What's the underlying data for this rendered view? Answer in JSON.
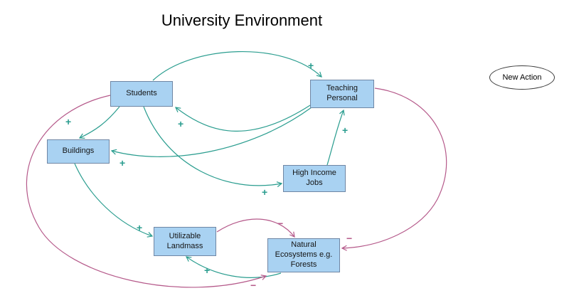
{
  "title": "University Environment",
  "action_button": {
    "label": "New Action"
  },
  "colors": {
    "node_fill": "#a9d2f2",
    "node_border": "#6f86a4",
    "positive_link": "#2a9d8f",
    "negative_link": "#b5598a",
    "background": "#ffffff"
  },
  "nodes": [
    {
      "id": "students",
      "label": "Students"
    },
    {
      "id": "teaching-personal",
      "label": "Teaching Personal"
    },
    {
      "id": "buildings",
      "label": "Buildings"
    },
    {
      "id": "high-income-jobs",
      "label": "High Income Jobs"
    },
    {
      "id": "utilizable-landmass",
      "label": "Utilizable Landmass"
    },
    {
      "id": "natural-ecosystems",
      "label": "Natural Ecosystems e.g. Forests"
    }
  ],
  "edges": [
    {
      "from": "Students",
      "to": "Teaching Personal",
      "sign": "+"
    },
    {
      "from": "Teaching Personal",
      "to": "Students",
      "sign": "+"
    },
    {
      "from": "Students",
      "to": "Buildings",
      "sign": "+"
    },
    {
      "from": "Teaching Personal",
      "to": "Buildings",
      "sign": "+"
    },
    {
      "from": "High Income Jobs",
      "to": "Teaching Personal",
      "sign": "+"
    },
    {
      "from": "Students",
      "to": "High Income Jobs",
      "sign": "+"
    },
    {
      "from": "Buildings",
      "to": "Utilizable Landmass",
      "sign": "+"
    },
    {
      "from": "Natural Ecosystems e.g. Forests",
      "to": "Utilizable Landmass",
      "sign": "+"
    },
    {
      "from": "Utilizable Landmass",
      "to": "Natural Ecosystems e.g. Forests",
      "sign": "−"
    },
    {
      "from": "Students",
      "to": "Natural Ecosystems e.g. Forests",
      "sign": "−"
    },
    {
      "from": "Teaching Personal",
      "to": "Natural Ecosystems e.g. Forests",
      "sign": "−"
    }
  ]
}
